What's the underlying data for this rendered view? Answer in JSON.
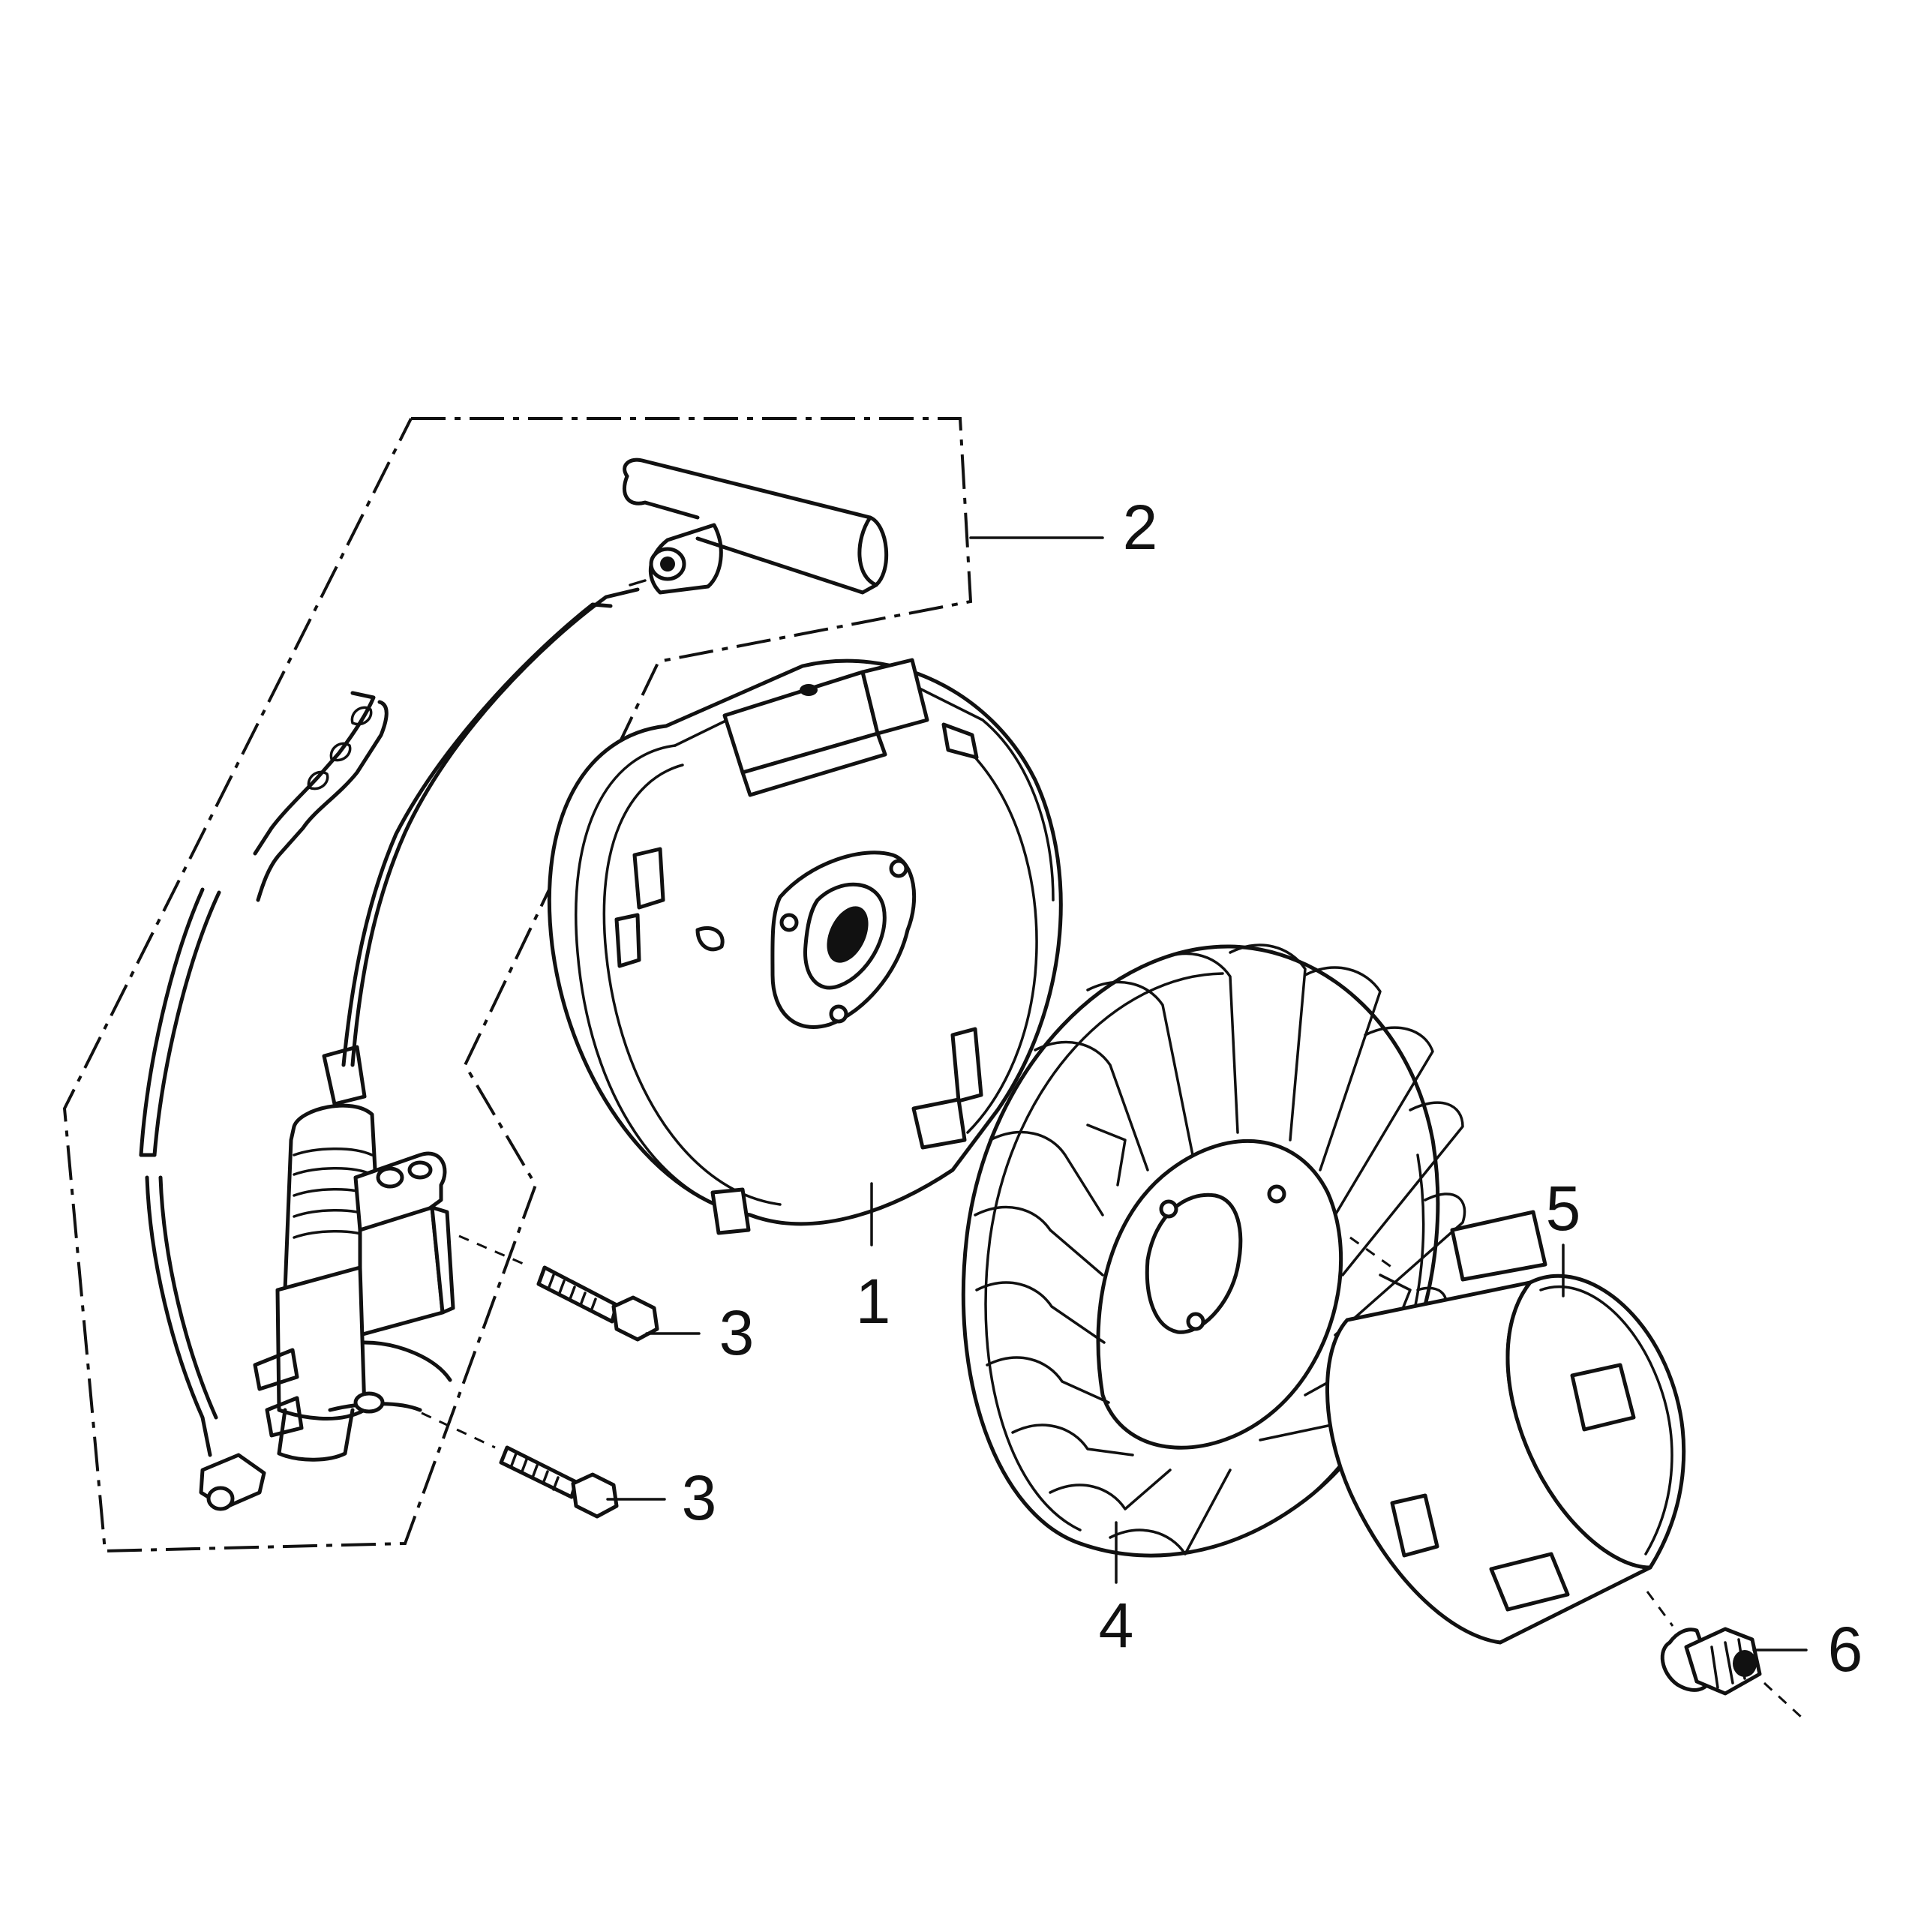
{
  "callouts": [
    {
      "id": "flywheel-housing",
      "label": "1"
    },
    {
      "id": "ignition-coil-assembly",
      "label": "2"
    },
    {
      "id": "bolt-upper",
      "label": "3"
    },
    {
      "id": "bolt-lower",
      "label": "3"
    },
    {
      "id": "fan-flywheel",
      "label": "4"
    },
    {
      "id": "starter-cup",
      "label": "5"
    },
    {
      "id": "nut",
      "label": "6"
    }
  ]
}
